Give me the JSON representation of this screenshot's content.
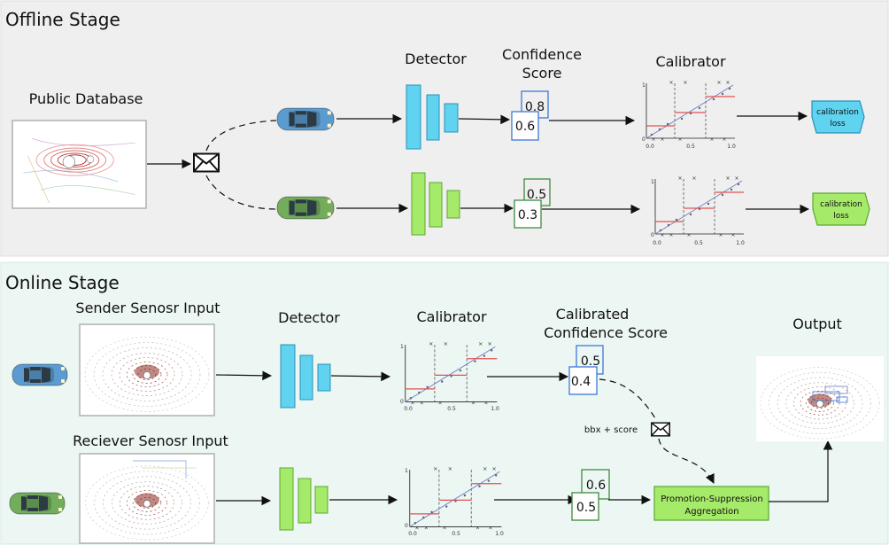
{
  "offline": {
    "title": "Offline Stage",
    "database_label": "Public Database",
    "detector_label": "Detector",
    "confidence_label_line1": "Confidence",
    "confidence_label_line2": "Score",
    "calibrator_label": "Calibrator",
    "top_scores": [
      "0.8",
      "0.6"
    ],
    "bottom_scores": [
      "0.5",
      "0.3"
    ],
    "loss_line1": "calibration",
    "loss_line2": "loss"
  },
  "online": {
    "title": "Online Stage",
    "sender_label": "Sender Senosr Input",
    "receiver_label": "Reciever Senosr Input",
    "detector_label": "Detector",
    "calibrator_label": "Calibrator",
    "calibrated_line1": "Calibrated",
    "calibrated_line2": "Confidence Score",
    "output_label": "Output",
    "sender_scores": [
      "0.5",
      "0.4"
    ],
    "receiver_scores": [
      "0.6",
      "0.5"
    ],
    "message_label": "bbx + score",
    "aggregation_line1": "Promotion-Suppression",
    "aggregation_line2": "Aggregation"
  },
  "calibration_plot": {
    "y_ticks": [
      "1",
      "0"
    ],
    "x_ticks": [
      "0.0",
      "0.5",
      "1.0"
    ]
  },
  "colors": {
    "offline_bg": "#efefef",
    "online_bg": "#ecf6f3",
    "blue": "#5fd3ef",
    "blue_stroke": "#2a90b8",
    "green": "#a6ea6a",
    "green_stroke": "#5ca631",
    "score_blue": "#3a78d8",
    "score_green": "#3e8a3e"
  }
}
